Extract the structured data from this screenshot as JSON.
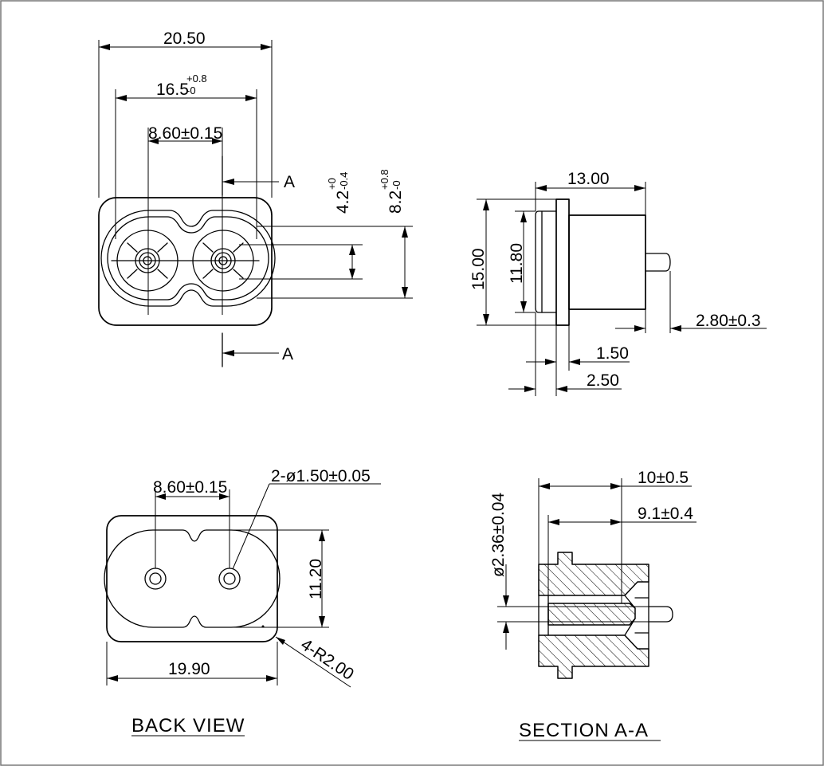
{
  "front_view": {
    "overall_width": "20.50",
    "opening_width_base": "16.5",
    "opening_width_tol_upper": "+0.8",
    "opening_width_tol_lower": "-0",
    "pin_spacing": "8.60±0.15",
    "inner_height_base": "4.2",
    "inner_height_tol_upper": "+0",
    "inner_height_tol_lower": "-0.4",
    "outer_height_base": "8.2",
    "outer_height_tol_upper": "+0.8",
    "outer_height_tol_lower": "-0",
    "section_marker": "A"
  },
  "side_view": {
    "depth": "13.00",
    "flange_height": "15.00",
    "body_height": "11.80",
    "pin_length": "2.80±0.3",
    "flange_thickness": "1.50",
    "flange_offset": "2.50"
  },
  "back_view": {
    "pin_spacing": "8.60±0.15",
    "hole_diameter": "2-ø1.50±0.05",
    "height": "11.20",
    "width": "19.90",
    "corner_radius": "4-R2.00",
    "title": "BACK VIEW"
  },
  "section_view": {
    "length_outer": "10±0.5",
    "length_inner": "9.1±0.4",
    "pin_diameter": "ø2.36±0.04",
    "title": "SECTION A-A"
  }
}
